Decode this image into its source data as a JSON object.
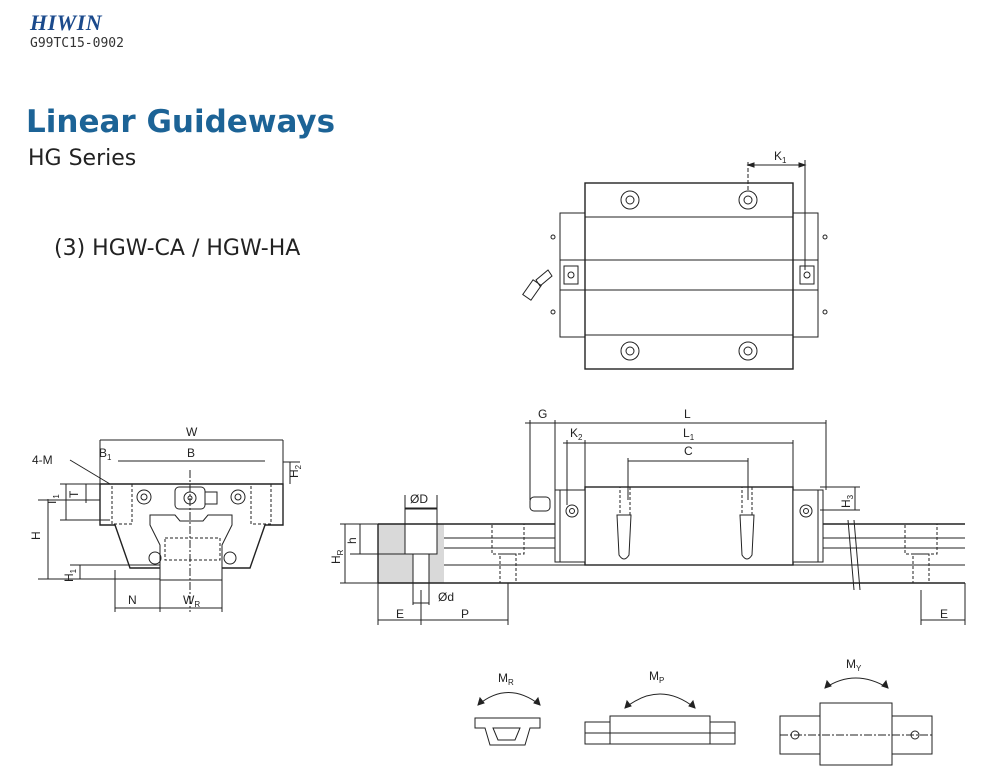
{
  "header": {
    "brand": "HIWIN",
    "doc_code": "G99TC15-0902"
  },
  "page": {
    "title": "Linear Guideways",
    "subtitle": "HG Series",
    "model": "(3) HGW-CA / HGW-HA"
  },
  "dimensions": {
    "top_view": [
      "K",
      "1"
    ],
    "front_view": [
      "W",
      "B",
      "1",
      "B",
      "4-M",
      "H",
      "2",
      "T",
      "1",
      "T",
      "H",
      "H",
      "1",
      "N",
      "W",
      "R"
    ],
    "side_view": [
      "G",
      "L",
      "K",
      "2",
      "L",
      "1",
      "C",
      "H",
      "3",
      "ØD",
      "h",
      "H",
      "R",
      "Ød",
      "E",
      "P",
      "E"
    ]
  },
  "moments": [
    "M",
    "R",
    "M",
    "P",
    "M",
    "Y"
  ]
}
